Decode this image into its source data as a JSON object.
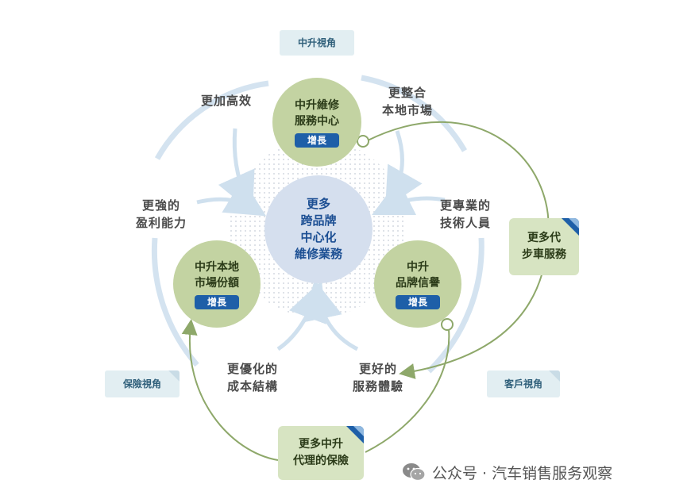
{
  "center": {
    "lines": [
      "更多",
      "跨品牌",
      "中心化",
      "維修業務"
    ]
  },
  "circles": [
    {
      "id": "top",
      "lines": [
        "中升維修",
        "服務中心"
      ],
      "badge": "增長"
    },
    {
      "id": "left",
      "lines": [
        "中升本地",
        "市場份額"
      ],
      "badge": "增長"
    },
    {
      "id": "right",
      "lines": [
        "中升",
        "品牌信譽"
      ],
      "badge": "增長"
    }
  ],
  "labels": {
    "efficient": [
      "更加高效"
    ],
    "local_market": [
      "更整合",
      "本地市場"
    ],
    "profit": [
      "更強的",
      "盈利能力"
    ],
    "tech": [
      "更專業的",
      "技術人員"
    ],
    "cost": [
      "更優化的",
      "成本結構"
    ],
    "service": [
      "更好的",
      "服務體驗"
    ]
  },
  "boxes": {
    "agency": [
      "更多代",
      "步車服務"
    ],
    "insurance": [
      "更多中升",
      "代理的保險"
    ]
  },
  "tags": {
    "zhongsheng": "中升視角",
    "insurance": "保險視角",
    "customer": "客戶視角"
  },
  "colors": {
    "circle_green": "#c3d3a2",
    "center_blue": "#d5dfee",
    "badge_blue": "#1e5fa8",
    "arrow_green": "#8ea86a",
    "arc_blue": "#cfe0ee"
  },
  "watermark": {
    "icon": "wechat-icon",
    "text": "公众号 · 汽车销售服务观察"
  }
}
